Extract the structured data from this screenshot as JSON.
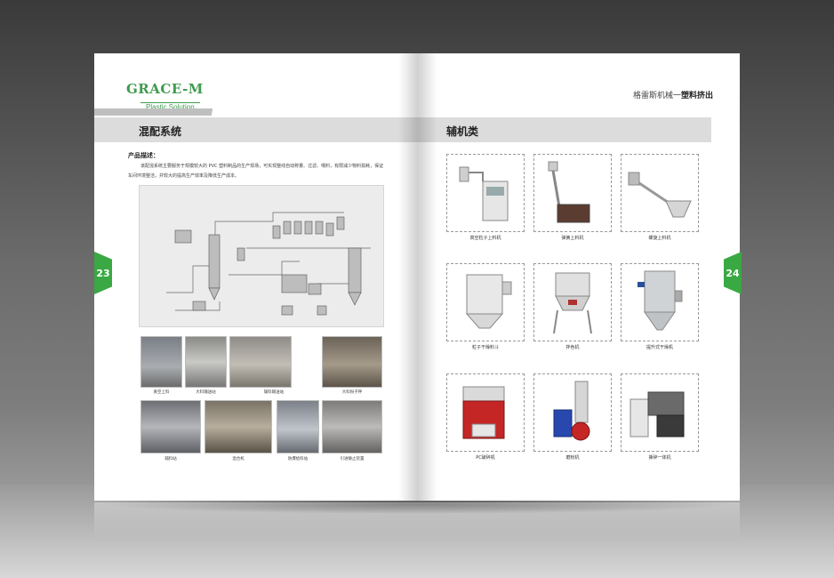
{
  "left_page": {
    "logo_main": "GRACE-M",
    "logo_sub": "Plastic Solution",
    "section_title": "混配系统",
    "page_number": "23",
    "desc_head": "产品描述：",
    "desc_text": "该配混系统主要服务于规模较大的 PVC 塑料制品的生产现场，可实现整线自动称量、过滤、喂料，有限减少物料损耗，保证车间环境整洁，并较大的提高生产效率及降低生产成本。",
    "photo_captions_row1": [
      "真空上料",
      "大料输送站",
      "辅料输送站",
      "大料粉子秤"
    ],
    "photo_captions_row2": [
      "辅料站",
      "混合机",
      "防爆给料站",
      "引进静止装置"
    ]
  },
  "right_page": {
    "header_brand": "格雷斯机械一",
    "header_bold": "塑料挤出",
    "section_title": "辅机类",
    "page_number": "24",
    "items": [
      {
        "caption": "真空粒子上料机",
        "icon": "vacuum-loader-icon"
      },
      {
        "caption": "弹簧上料机",
        "icon": "spring-loader-icon"
      },
      {
        "caption": "螺旋上料机",
        "icon": "screw-loader-icon"
      },
      {
        "caption": "粒子干燥料斗",
        "icon": "hopper-dryer-icon"
      },
      {
        "caption": "拌色机",
        "icon": "color-mixer-icon"
      },
      {
        "caption": "提升式干燥机",
        "icon": "lift-dryer-icon"
      },
      {
        "caption": "PC破碎机",
        "icon": "crusher-icon"
      },
      {
        "caption": "磨粉机",
        "icon": "pulverizer-icon"
      },
      {
        "caption": "撕碎一体机",
        "icon": "shredder-icon"
      }
    ]
  },
  "colors": {
    "accent_green": "#3aa843",
    "section_bar": "#dcdcdc"
  }
}
